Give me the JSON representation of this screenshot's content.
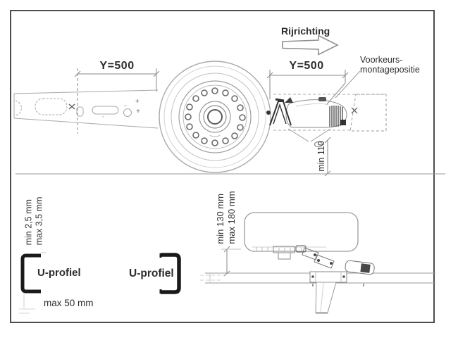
{
  "figure": {
    "type": "trailer-mounting-installation-diagram",
    "language": "nl",
    "top_view": {
      "driving_direction_label": "Rijrichting",
      "y_dimension_left": "Y=500",
      "y_dimension_right": "Y=500",
      "preferred_mounting_position": [
        "Voorkeurs-",
        "montagepositie"
      ],
      "ground_clearance_label": "min 110"
    },
    "u_profile_detail_left": {
      "thickness_labels": [
        "min 2,5 mm",
        "max 3,5 mm"
      ],
      "profile_label": "U-profiel",
      "flange_width_label": "max 50 mm"
    },
    "u_profile_detail_right": {
      "profile_label": "U-profiel"
    },
    "spare_wheel_detail": {
      "height_labels": [
        "min 130 mm",
        "max 180 mm"
      ]
    },
    "icons": {
      "driving_direction_arrow": "hollow-right-arrow",
      "u_profile_bracket_left": "[-shape",
      "u_profile_bracket_right": "]-shape"
    },
    "colors": {
      "background": "#ffffff",
      "border": "#4d4d4d",
      "line_art": "#a3a3a3",
      "text": "#2d2d2d",
      "bracket": "#1a1a1a"
    }
  }
}
